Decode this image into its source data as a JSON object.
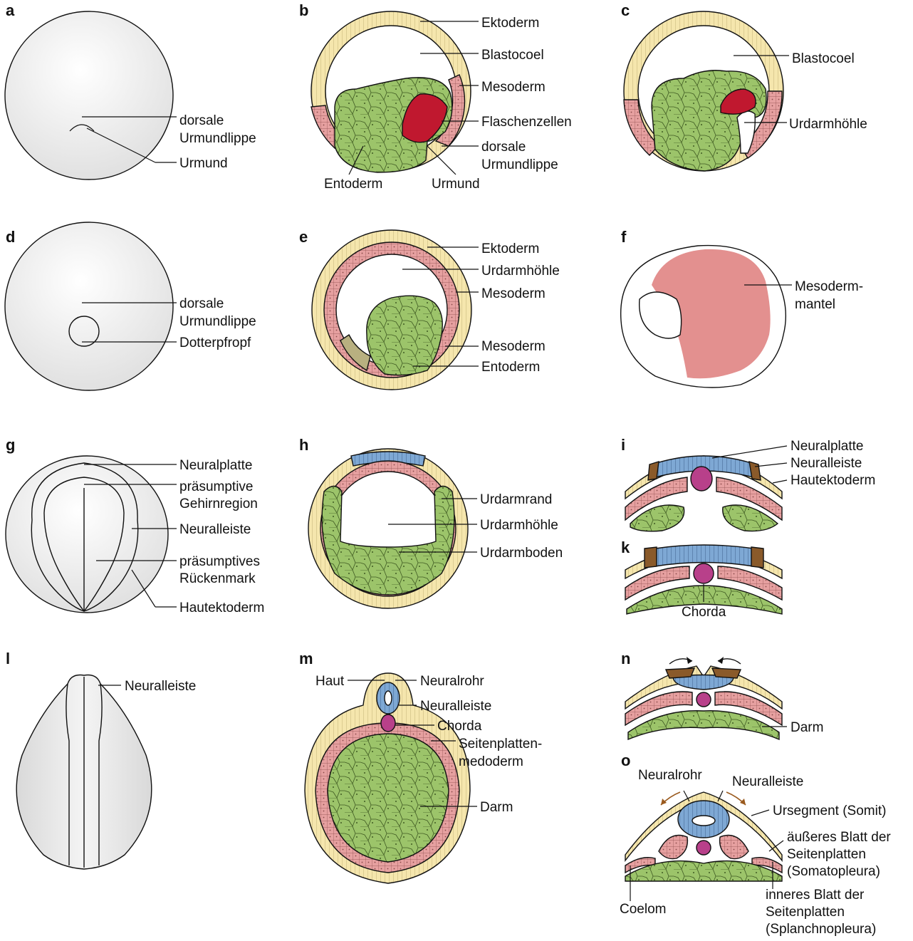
{
  "colors": {
    "ectoderm": "#f5e6ad",
    "mesoderm": "#e6a0a0",
    "endoderm": "#9cc46a",
    "bottle_cells": "#c0182f",
    "neural": "#7ea8d4",
    "notochord": "#b8408a",
    "neural_crest": "#8a5a2a",
    "egg": "#e9e9e9",
    "arrow_brown": "#9a5a1e"
  },
  "panels": {
    "a": {
      "letter": "a",
      "labels": [
        "dorsale",
        "Urmundlippe",
        "Urmund"
      ]
    },
    "b": {
      "letter": "b",
      "labels": [
        "Ektoderm",
        "Blastocoel",
        "Mesoderm",
        "Flaschenzellen",
        "dorsale",
        "Urmundlippe",
        "Entoderm",
        "Urmund"
      ]
    },
    "c": {
      "letter": "c",
      "labels": [
        "Blastocoel",
        "Urdarmhöhle"
      ]
    },
    "d": {
      "letter": "d",
      "labels": [
        "dorsale",
        "Urmundlippe",
        "Dotterpfropf"
      ]
    },
    "e": {
      "letter": "e",
      "labels": [
        "Ektoderm",
        "Urdarmhöhle",
        "Mesoderm",
        "Mesoderm",
        "Entoderm"
      ]
    },
    "f": {
      "letter": "f",
      "labels": [
        "Mesoderm-",
        "mantel"
      ]
    },
    "g": {
      "letter": "g",
      "labels": [
        "Neuralplatte",
        "präsumptive",
        "Gehirnregion",
        "Neuralleiste",
        "präsumptives",
        "Rückenmark",
        "Hautektoderm"
      ]
    },
    "h": {
      "letter": "h",
      "labels": [
        "Urdarmrand",
        "Urdarmhöhle",
        "Urdarmboden"
      ]
    },
    "i": {
      "letter": "i",
      "labels": [
        "Neuralplatte",
        "Neuralleiste",
        "Hautektoderm"
      ]
    },
    "k": {
      "letter": "k",
      "labels": [
        "Chorda"
      ]
    },
    "l": {
      "letter": "l",
      "labels": [
        "Neuralleiste"
      ]
    },
    "m": {
      "letter": "m",
      "labels": [
        "Haut",
        "Neuralrohr",
        "Neuralleiste",
        "Chorda",
        "Seitenplatten-",
        "medoderm",
        "Darm"
      ]
    },
    "n": {
      "letter": "n",
      "labels": [
        "Darm"
      ]
    },
    "o": {
      "letter": "o",
      "labels": [
        "Neuralrohr",
        "Neuralleiste",
        "Ursegment (Somit)",
        "äußeres Blatt der",
        "Seitenplatten",
        "(Somatopleura)",
        "Coelom",
        "inneres Blatt der",
        "Seitenplatten",
        "(Splanchnopleura)"
      ]
    }
  }
}
